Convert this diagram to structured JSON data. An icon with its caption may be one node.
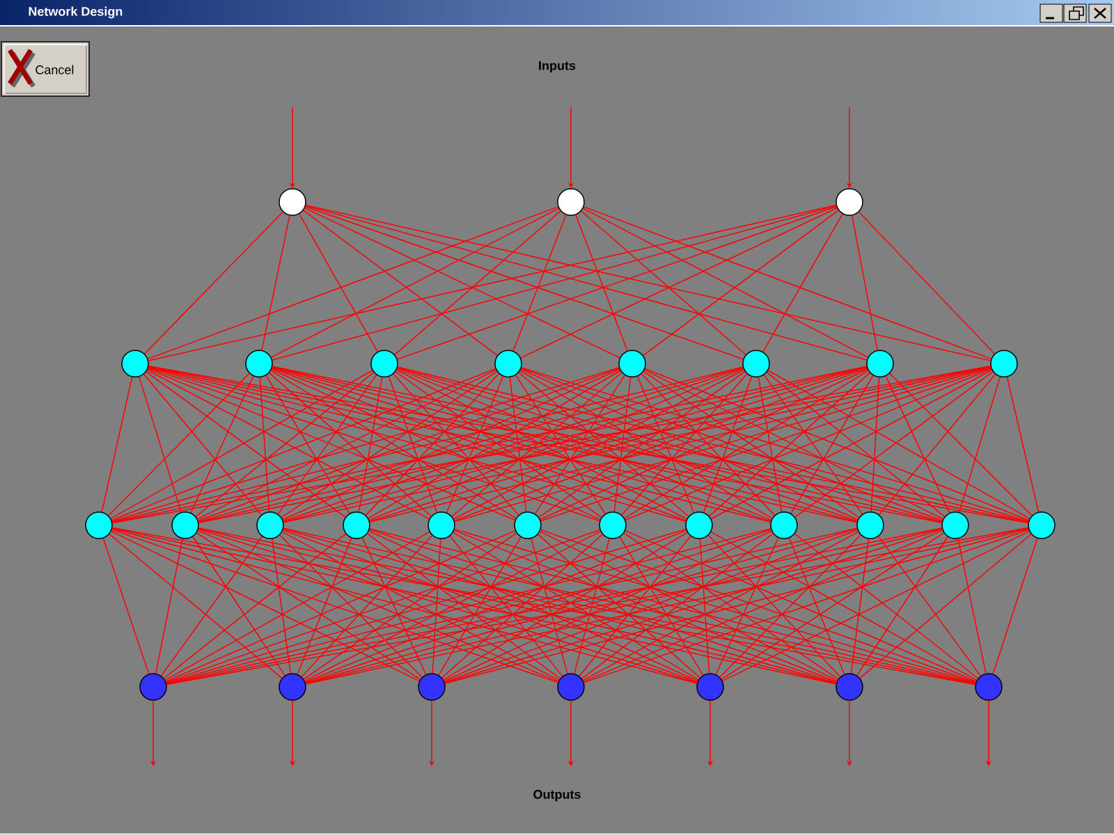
{
  "diagram": {
    "title": "Network Design",
    "nodes": [
      {
        "text": [],
        "shape": "circle"
      },
      {
        "text": [],
        "shape": "circle"
      },
      {
        "text": [],
        "shape": "circle"
      },
      {
        "text": [],
        "shape": "circle"
      },
      {
        "text": [],
        "shape": "circle"
      },
      {
        "text": [],
        "shape": "circle"
      },
      {
        "text": [],
        "shape": "circle"
      },
      {
        "text": [],
        "shape": "circle"
      },
      {
        "text": [],
        "shape": "circle"
      },
      {
        "text": [],
        "shape": "circle"
      },
      {
        "text": [],
        "shape": "circle"
      },
      {
        "text": [],
        "shape": "circle"
      },
      {
        "text": [],
        "shape": "circle"
      },
      {
        "text": [],
        "shape": "circle"
      },
      {
        "text": [],
        "shape": "circle"
      },
      {
        "text": [],
        "shape": "circle"
      },
      {
        "text": [],
        "shape": "circle"
      },
      {
        "text": [],
        "shape": "circle"
      },
      {
        "text": [],
        "shape": "circle"
      },
      {
        "text": [],
        "shape": "circle"
      },
      {
        "text": [],
        "shape": "circle"
      },
      {
        "text": [],
        "shape": "circle"
      },
      {
        "text": [],
        "shape": "circle"
      },
      {
        "text": [],
        "shape": "circle"
      },
      {
        "text": [],
        "shape": "circle"
      },
      {
        "text": [],
        "shape": "circle"
      },
      {
        "text": [],
        "shape": "circle"
      },
      {
        "text": [],
        "shape": "circle"
      },
      {
        "text": [],
        "shape": "circle"
      },
      {
        "text": [],
        "shape": "circle"
      }
    ],
    "edges": [
      {
        "from": null,
        "to": 0,
        "arrow": "to"
      },
      {
        "from": null,
        "to": 1,
        "arrow": "to"
      },
      {
        "from": null,
        "to": 2,
        "arrow": "to"
      },
      {
        "from": 0,
        "to": 3,
        "arrow": "none"
      },
      {
        "from": 0,
        "to": 4,
        "arrow": "none"
      },
      {
        "from": 0,
        "to": 5,
        "arrow": "none"
      },
      {
        "from": 0,
        "to": 6,
        "arrow": "none"
      },
      {
        "from": 0,
        "to": 7,
        "arrow": "none"
      },
      {
        "from": 0,
        "to": 8,
        "arrow": "none"
      },
      {
        "from": 0,
        "to": 9,
        "arrow": "none"
      },
      {
        "from": 0,
        "to": 10,
        "arrow": "none"
      },
      {
        "from": 1,
        "to": 3,
        "arrow": "none"
      },
      {
        "from": 1,
        "to": 4,
        "arrow": "none"
      },
      {
        "from": 1,
        "to": 5,
        "arrow": "none"
      },
      {
        "from": 1,
        "to": 6,
        "arrow": "none"
      },
      {
        "from": 1,
        "to": 7,
        "arrow": "none"
      },
      {
        "from": 1,
        "to": 8,
        "arrow": "none"
      },
      {
        "from": 1,
        "to": 9,
        "arrow": "none"
      },
      {
        "from": 1,
        "to": 10,
        "arrow": "none"
      },
      {
        "from": 2,
        "to": 3,
        "arrow": "none"
      },
      {
        "from": 2,
        "to": 4,
        "arrow": "none"
      },
      {
        "from": 2,
        "to": 5,
        "arrow": "none"
      },
      {
        "from": 2,
        "to": 6,
        "arrow": "none"
      },
      {
        "from": 2,
        "to": 7,
        "arrow": "none"
      },
      {
        "from": 2,
        "to": 8,
        "arrow": "none"
      },
      {
        "from": 2,
        "to": 9,
        "arrow": "none"
      },
      {
        "from": 2,
        "to": 10,
        "arrow": "none"
      },
      {
        "from": 3,
        "to": 11,
        "arrow": "none"
      },
      {
        "from": 3,
        "to": 12,
        "arrow": "none"
      },
      {
        "from": 3,
        "to": 13,
        "arrow": "none"
      },
      {
        "from": 3,
        "to": 14,
        "arrow": "none"
      },
      {
        "from": 3,
        "to": 15,
        "arrow": "none"
      },
      {
        "from": 3,
        "to": 16,
        "arrow": "none"
      },
      {
        "from": 3,
        "to": 17,
        "arrow": "none"
      },
      {
        "from": 3,
        "to": 18,
        "arrow": "none"
      },
      {
        "from": 3,
        "to": 19,
        "arrow": "none"
      },
      {
        "from": 3,
        "to": 20,
        "arrow": "none"
      },
      {
        "from": 3,
        "to": 21,
        "arrow": "none"
      },
      {
        "from": 3,
        "to": 22,
        "arrow": "none"
      },
      {
        "from": 4,
        "to": 11,
        "arrow": "none"
      },
      {
        "from": 4,
        "to": 12,
        "arrow": "none"
      },
      {
        "from": 4,
        "to": 13,
        "arrow": "none"
      },
      {
        "from": 4,
        "to": 14,
        "arrow": "none"
      },
      {
        "from": 4,
        "to": 15,
        "arrow": "none"
      },
      {
        "from": 4,
        "to": 16,
        "arrow": "none"
      },
      {
        "from": 4,
        "to": 17,
        "arrow": "none"
      },
      {
        "from": 4,
        "to": 18,
        "arrow": "none"
      },
      {
        "from": 4,
        "to": 19,
        "arrow": "none"
      },
      {
        "from": 4,
        "to": 20,
        "arrow": "none"
      },
      {
        "from": 4,
        "to": 21,
        "arrow": "none"
      },
      {
        "from": 4,
        "to": 22,
        "arrow": "none"
      },
      {
        "from": 5,
        "to": 11,
        "arrow": "none"
      },
      {
        "from": 5,
        "to": 12,
        "arrow": "none"
      },
      {
        "from": 5,
        "to": 13,
        "arrow": "none"
      },
      {
        "from": 5,
        "to": 14,
        "arrow": "none"
      },
      {
        "from": 5,
        "to": 15,
        "arrow": "none"
      },
      {
        "from": 5,
        "to": 16,
        "arrow": "none"
      },
      {
        "from": 5,
        "to": 17,
        "arrow": "none"
      },
      {
        "from": 5,
        "to": 18,
        "arrow": "none"
      },
      {
        "from": 5,
        "to": 19,
        "arrow": "none"
      },
      {
        "from": 5,
        "to": 20,
        "arrow": "none"
      },
      {
        "from": 5,
        "to": 21,
        "arrow": "none"
      },
      {
        "from": 5,
        "to": 22,
        "arrow": "none"
      },
      {
        "from": 6,
        "to": 11,
        "arrow": "none"
      },
      {
        "from": 6,
        "to": 12,
        "arrow": "none"
      },
      {
        "from": 6,
        "to": 13,
        "arrow": "none"
      },
      {
        "from": 6,
        "to": 14,
        "arrow": "none"
      },
      {
        "from": 6,
        "to": 15,
        "arrow": "none"
      },
      {
        "from": 6,
        "to": 16,
        "arrow": "none"
      },
      {
        "from": 6,
        "to": 17,
        "arrow": "none"
      },
      {
        "from": 6,
        "to": 18,
        "arrow": "none"
      },
      {
        "from": 6,
        "to": 19,
        "arrow": "none"
      },
      {
        "from": 6,
        "to": 20,
        "arrow": "none"
      },
      {
        "from": 6,
        "to": 21,
        "arrow": "none"
      },
      {
        "from": 6,
        "to": 22,
        "arrow": "none"
      },
      {
        "from": 7,
        "to": 11,
        "arrow": "none"
      },
      {
        "from": 7,
        "to": 12,
        "arrow": "none"
      },
      {
        "from": 7,
        "to": 13,
        "arrow": "none"
      },
      {
        "from": 7,
        "to": 14,
        "arrow": "none"
      },
      {
        "from": 7,
        "to": 15,
        "arrow": "none"
      },
      {
        "from": 7,
        "to": 16,
        "arrow": "none"
      },
      {
        "from": 7,
        "to": 17,
        "arrow": "none"
      },
      {
        "from": 7,
        "to": 18,
        "arrow": "none"
      },
      {
        "from": 7,
        "to": 19,
        "arrow": "none"
      },
      {
        "from": 7,
        "to": 20,
        "arrow": "none"
      },
      {
        "from": 7,
        "to": 21,
        "arrow": "none"
      },
      {
        "from": 7,
        "to": 22,
        "arrow": "none"
      },
      {
        "from": 8,
        "to": 11,
        "arrow": "none"
      },
      {
        "from": 8,
        "to": 12,
        "arrow": "none"
      },
      {
        "from": 8,
        "to": 13,
        "arrow": "none"
      },
      {
        "from": 8,
        "to": 14,
        "arrow": "none"
      },
      {
        "from": 8,
        "to": 15,
        "arrow": "none"
      },
      {
        "from": 8,
        "to": 16,
        "arrow": "none"
      },
      {
        "from": 8,
        "to": 17,
        "arrow": "none"
      },
      {
        "from": 8,
        "to": 18,
        "arrow": "none"
      },
      {
        "from": 8,
        "to": 19,
        "arrow": "none"
      },
      {
        "from": 8,
        "to": 20,
        "arrow": "none"
      },
      {
        "from": 8,
        "to": 21,
        "arrow": "none"
      },
      {
        "from": 8,
        "to": 22,
        "arrow": "none"
      },
      {
        "from": 9,
        "to": 11,
        "arrow": "none"
      },
      {
        "from": 9,
        "to": 12,
        "arrow": "none"
      },
      {
        "from": 9,
        "to": 13,
        "arrow": "none"
      },
      {
        "from": 9,
        "to": 14,
        "arrow": "none"
      },
      {
        "from": 9,
        "to": 15,
        "arrow": "none"
      },
      {
        "from": 9,
        "to": 16,
        "arrow": "none"
      },
      {
        "from": 9,
        "to": 17,
        "arrow": "none"
      },
      {
        "from": 9,
        "to": 18,
        "arrow": "none"
      },
      {
        "from": 9,
        "to": 19,
        "arrow": "none"
      },
      {
        "from": 9,
        "to": 20,
        "arrow": "none"
      },
      {
        "from": 9,
        "to": 21,
        "arrow": "none"
      },
      {
        "from": 9,
        "to": 22,
        "arrow": "none"
      },
      {
        "from": 10,
        "to": 11,
        "arrow": "none"
      },
      {
        "from": 10,
        "to": 12,
        "arrow": "none"
      },
      {
        "from": 10,
        "to": 13,
        "arrow": "none"
      },
      {
        "from": 10,
        "to": 14,
        "arrow": "none"
      },
      {
        "from": 10,
        "to": 15,
        "arrow": "none"
      },
      {
        "from": 10,
        "to": 16,
        "arrow": "none"
      },
      {
        "from": 10,
        "to": 17,
        "arrow": "none"
      },
      {
        "from": 10,
        "to": 18,
        "arrow": "none"
      },
      {
        "from": 10,
        "to": 19,
        "arrow": "none"
      },
      {
        "from": 10,
        "to": 20,
        "arrow": "none"
      },
      {
        "from": 10,
        "to": 21,
        "arrow": "none"
      },
      {
        "from": 10,
        "to": 22,
        "arrow": "none"
      },
      {
        "from": 11,
        "to": 23,
        "arrow": "none"
      },
      {
        "from": 11,
        "to": 24,
        "arrow": "none"
      },
      {
        "from": 11,
        "to": 25,
        "arrow": "none"
      },
      {
        "from": 11,
        "to": 26,
        "arrow": "none"
      },
      {
        "from": 11,
        "to": 27,
        "arrow": "none"
      },
      {
        "from": 11,
        "to": 28,
        "arrow": "none"
      },
      {
        "from": 11,
        "to": 29,
        "arrow": "none"
      },
      {
        "from": 12,
        "to": 23,
        "arrow": "none"
      },
      {
        "from": 12,
        "to": 24,
        "arrow": "none"
      },
      {
        "from": 12,
        "to": 25,
        "arrow": "none"
      },
      {
        "from": 12,
        "to": 26,
        "arrow": "none"
      },
      {
        "from": 12,
        "to": 27,
        "arrow": "none"
      },
      {
        "from": 12,
        "to": 28,
        "arrow": "none"
      },
      {
        "from": 12,
        "to": 29,
        "arrow": "none"
      },
      {
        "from": 13,
        "to": 23,
        "arrow": "none"
      },
      {
        "from": 13,
        "to": 24,
        "arrow": "none"
      },
      {
        "from": 13,
        "to": 25,
        "arrow": "none"
      },
      {
        "from": 13,
        "to": 26,
        "arrow": "none"
      },
      {
        "from": 13,
        "to": 27,
        "arrow": "none"
      },
      {
        "from": 13,
        "to": 28,
        "arrow": "none"
      },
      {
        "from": 13,
        "to": 29,
        "arrow": "none"
      },
      {
        "from": 14,
        "to": 23,
        "arrow": "none"
      },
      {
        "from": 14,
        "to": 24,
        "arrow": "none"
      },
      {
        "from": 14,
        "to": 25,
        "arrow": "none"
      },
      {
        "from": 14,
        "to": 26,
        "arrow": "none"
      },
      {
        "from": 14,
        "to": 27,
        "arrow": "none"
      },
      {
        "from": 14,
        "to": 28,
        "arrow": "none"
      },
      {
        "from": 14,
        "to": 29,
        "arrow": "none"
      },
      {
        "from": 15,
        "to": 23,
        "arrow": "none"
      },
      {
        "from": 15,
        "to": 24,
        "arrow": "none"
      },
      {
        "from": 15,
        "to": 25,
        "arrow": "none"
      },
      {
        "from": 15,
        "to": 26,
        "arrow": "none"
      },
      {
        "from": 15,
        "to": 27,
        "arrow": "none"
      },
      {
        "from": 15,
        "to": 28,
        "arrow": "none"
      },
      {
        "from": 15,
        "to": 29,
        "arrow": "none"
      },
      {
        "from": 16,
        "to": 23,
        "arrow": "none"
      },
      {
        "from": 16,
        "to": 24,
        "arrow": "none"
      },
      {
        "from": 16,
        "to": 25,
        "arrow": "none"
      },
      {
        "from": 16,
        "to": 26,
        "arrow": "none"
      },
      {
        "from": 16,
        "to": 27,
        "arrow": "none"
      },
      {
        "from": 16,
        "to": 28,
        "arrow": "none"
      },
      {
        "from": 16,
        "to": 29,
        "arrow": "none"
      },
      {
        "from": 17,
        "to": 23,
        "arrow": "none"
      },
      {
        "from": 17,
        "to": 24,
        "arrow": "none"
      },
      {
        "from": 17,
        "to": 25,
        "arrow": "none"
      },
      {
        "from": 17,
        "to": 26,
        "arrow": "none"
      },
      {
        "from": 17,
        "to": 27,
        "arrow": "none"
      },
      {
        "from": 17,
        "to": 28,
        "arrow": "none"
      },
      {
        "from": 17,
        "to": 29,
        "arrow": "none"
      },
      {
        "from": 18,
        "to": 23,
        "arrow": "none"
      },
      {
        "from": 18,
        "to": 24,
        "arrow": "none"
      },
      {
        "from": 18,
        "to": 25,
        "arrow": "none"
      },
      {
        "from": 18,
        "to": 26,
        "arrow": "none"
      },
      {
        "from": 18,
        "to": 27,
        "arrow": "none"
      },
      {
        "from": 18,
        "to": 28,
        "arrow": "none"
      },
      {
        "from": 18,
        "to": 29,
        "arrow": "none"
      },
      {
        "from": 19,
        "to": 23,
        "arrow": "none"
      },
      {
        "from": 19,
        "to": 24,
        "arrow": "none"
      },
      {
        "from": 19,
        "to": 25,
        "arrow": "none"
      },
      {
        "from": 19,
        "to": 26,
        "arrow": "none"
      },
      {
        "from": 19,
        "to": 27,
        "arrow": "none"
      },
      {
        "from": 19,
        "to": 28,
        "arrow": "none"
      },
      {
        "from": 19,
        "to": 29,
        "arrow": "none"
      },
      {
        "from": 20,
        "to": 23,
        "arrow": "none"
      },
      {
        "from": 20,
        "to": 24,
        "arrow": "none"
      },
      {
        "from": 20,
        "to": 25,
        "arrow": "none"
      },
      {
        "from": 20,
        "to": 26,
        "arrow": "none"
      },
      {
        "from": 20,
        "to": 27,
        "arrow": "none"
      },
      {
        "from": 20,
        "to": 28,
        "arrow": "none"
      },
      {
        "from": 20,
        "to": 29,
        "arrow": "none"
      },
      {
        "from": 21,
        "to": 23,
        "arrow": "none"
      },
      {
        "from": 21,
        "to": 24,
        "arrow": "none"
      },
      {
        "from": 21,
        "to": 25,
        "arrow": "none"
      },
      {
        "from": 21,
        "to": 26,
        "arrow": "none"
      },
      {
        "from": 21,
        "to": 27,
        "arrow": "none"
      },
      {
        "from": 21,
        "to": 28,
        "arrow": "none"
      },
      {
        "from": 21,
        "to": 29,
        "arrow": "none"
      },
      {
        "from": 22,
        "to": 23,
        "arrow": "none"
      },
      {
        "from": 22,
        "to": 24,
        "arrow": "none"
      },
      {
        "from": 22,
        "to": 25,
        "arrow": "none"
      },
      {
        "from": 22,
        "to": 26,
        "arrow": "none"
      },
      {
        "from": 22,
        "to": 27,
        "arrow": "none"
      },
      {
        "from": 22,
        "to": 28,
        "arrow": "none"
      },
      {
        "from": 22,
        "to": 29,
        "arrow": "none"
      },
      {
        "from": 23,
        "to": null,
        "arrow": "to"
      },
      {
        "from": 24,
        "to": null,
        "arrow": "to"
      },
      {
        "from": 25,
        "to": null,
        "arrow": "to"
      },
      {
        "from": 26,
        "to": null,
        "arrow": "to"
      },
      {
        "from": 27,
        "to": null,
        "arrow": "to"
      },
      {
        "from": 28,
        "to": null,
        "arrow": "to"
      },
      {
        "from": 29,
        "to": null,
        "arrow": "to"
      }
    ],
    "labels": [
      "Cancel",
      "Inputs",
      "Outputs"
    ]
  }
}
